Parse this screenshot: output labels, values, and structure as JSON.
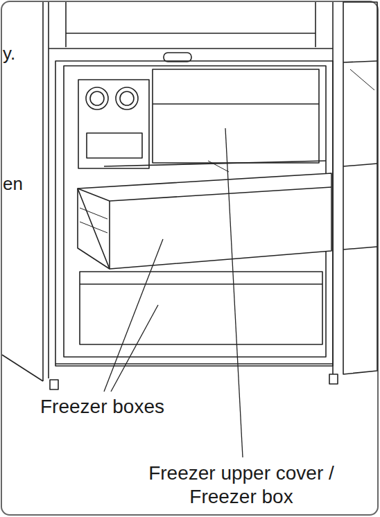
{
  "diagram": {
    "labels": [
      "y.",
      "en",
      "Freezer boxes",
      "Freezer upper cover / Freezer box"
    ]
  }
}
